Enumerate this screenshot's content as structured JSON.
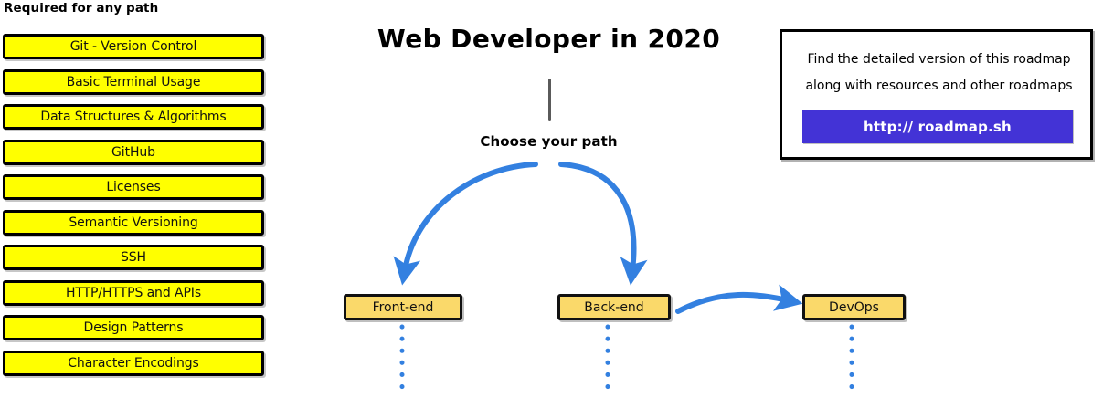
{
  "page": {
    "title": "Web Developer in 2020",
    "choose_path_label": "Choose your path",
    "colors": {
      "required_box_fill": "#FFFF00",
      "required_box_border": "#000000",
      "path_box_fill": "#FAD96A",
      "path_box_border": "#111111",
      "arrow_blue": "#3380E0",
      "stem_gray": "#5A5A5A",
      "button_purple": "#4333D6",
      "text_black": "#000000"
    }
  },
  "required_section": {
    "heading": "Required for any path",
    "items": [
      {
        "label": "Git - Version Control"
      },
      {
        "label": "Basic Terminal Usage"
      },
      {
        "label": "Data Structures & Algorithms"
      },
      {
        "label": "GitHub"
      },
      {
        "label": "Licenses"
      },
      {
        "label": "Semantic Versioning"
      },
      {
        "label": "SSH"
      },
      {
        "label": "HTTP/HTTPS and APIs"
      },
      {
        "label": "Design Patterns"
      },
      {
        "label": "Character Encodings"
      }
    ]
  },
  "paths": {
    "frontend": {
      "label": "Front-end"
    },
    "backend": {
      "label": "Back-end"
    },
    "devops": {
      "label": "DevOps"
    }
  },
  "info_card": {
    "line1": "Find the detailed version of this roadmap",
    "line2": "along with resources and other roadmaps",
    "button_label": "http:// roadmap.sh"
  }
}
